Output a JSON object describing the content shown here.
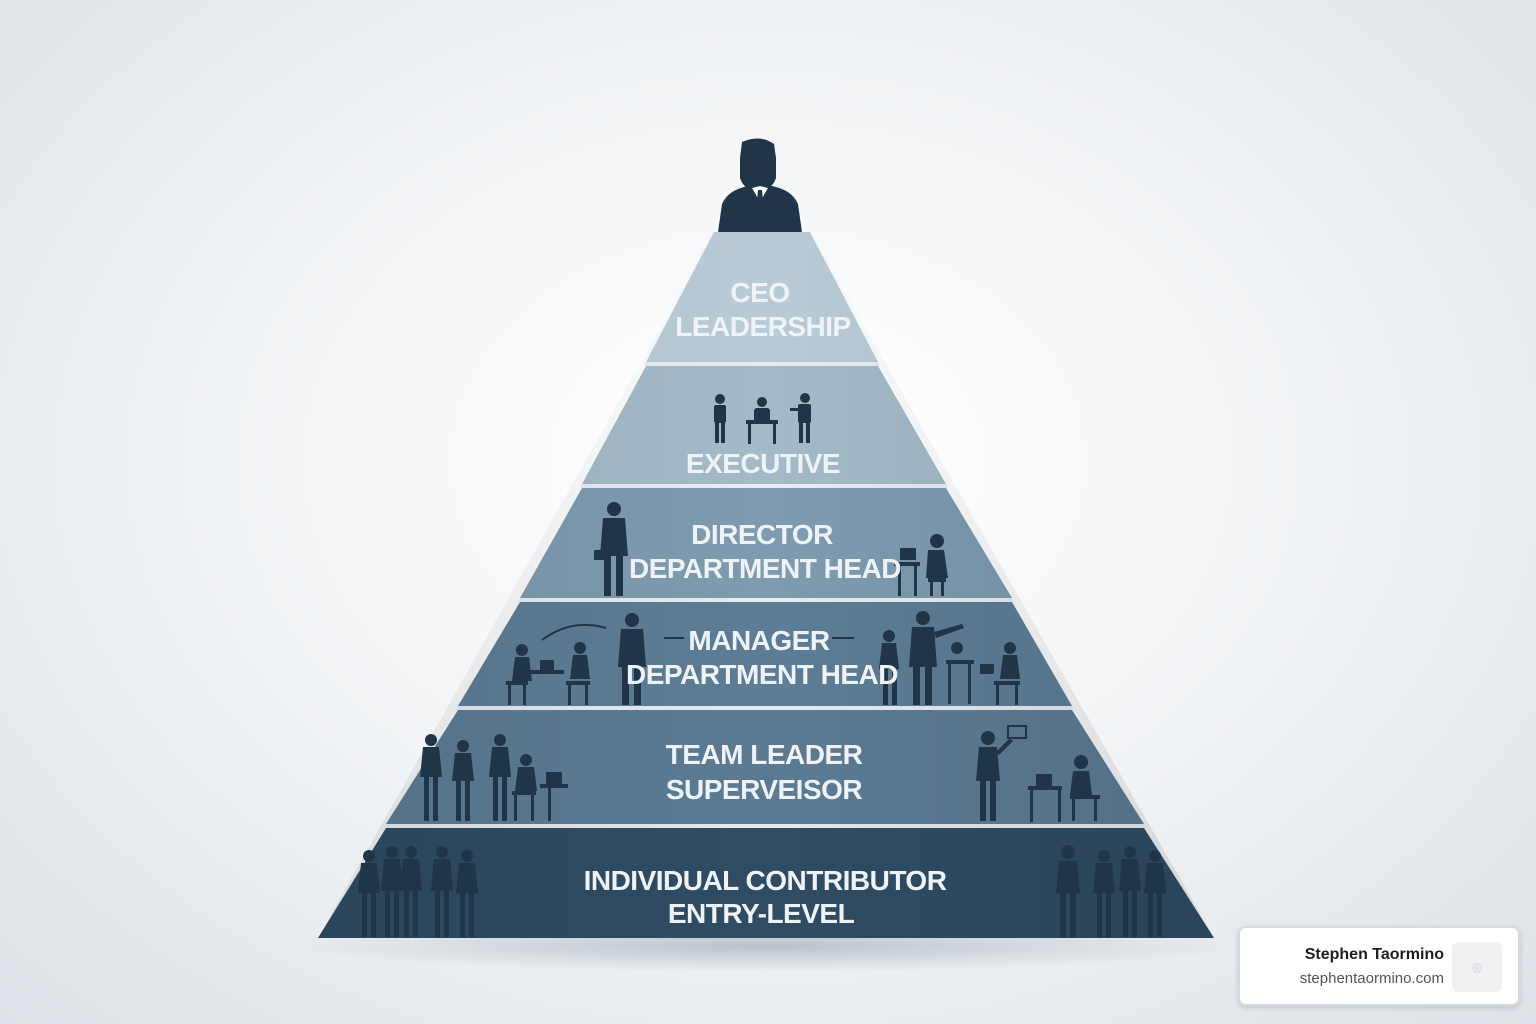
{
  "pyramid": {
    "tiers": [
      {
        "line1": "CEO",
        "line2": "LEADERSHIP"
      },
      {
        "line1": "EXECUTIVE",
        "line2": ""
      },
      {
        "line1": "DIRECTOR",
        "line2": "DEPARTMENT HEAD"
      },
      {
        "line1": "MANAGER",
        "line2": "DEPARTMENT HEAD"
      },
      {
        "line1": "TEAM LEADER",
        "line2": "SUPERVEISOR"
      },
      {
        "line1": "INDIVIDUAL CONTRIBUTOR",
        "line2": "ENTRY-LEVEL"
      }
    ],
    "colors": {
      "tier_fills": [
        "#b9cbd6",
        "#a4bac8",
        "#7e9bb0",
        "#5d7d96",
        "#5c7b93",
        "#2f4c63"
      ],
      "silhouette": "#213548"
    }
  },
  "card": {
    "name": "Stephen Taormino",
    "site": "stephentaormino.com",
    "logo_icon": "logo-icon"
  }
}
